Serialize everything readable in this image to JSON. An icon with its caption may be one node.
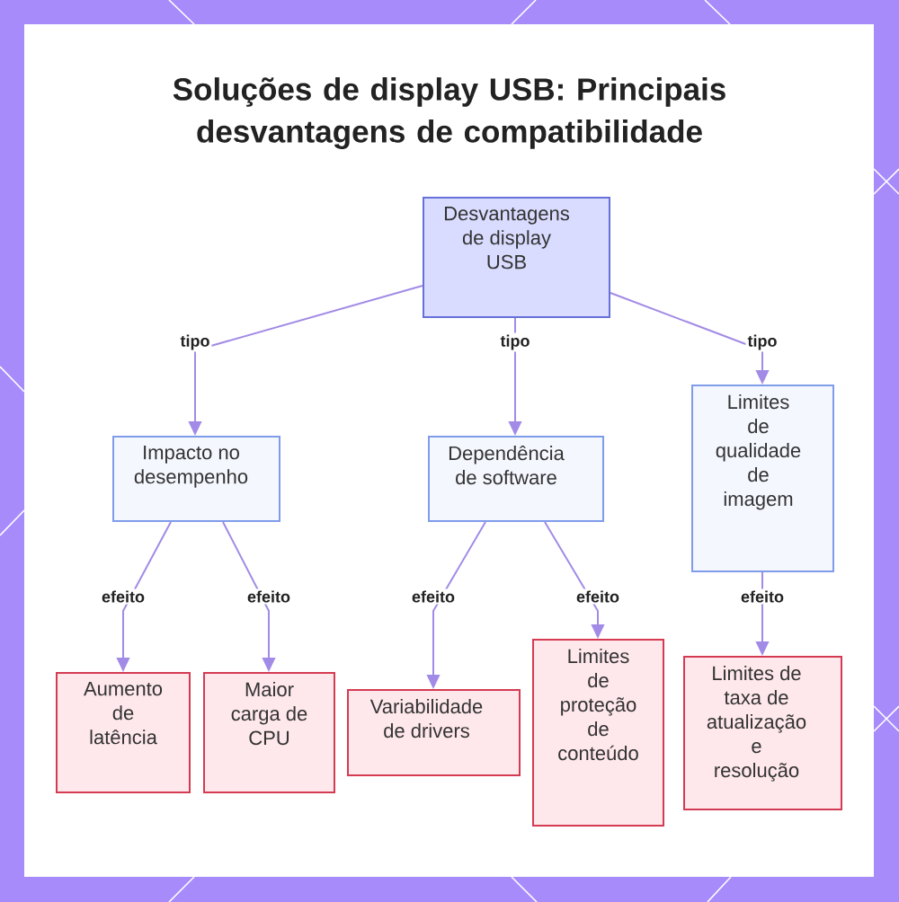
{
  "diagram": {
    "title": "Soluções de display USB: Principais desvantagens de compatibilidade",
    "nodes": [
      {
        "text": [
          "Desvantagens de display USB"
        ]
      },
      {
        "text": [
          "Impacto no desempenho"
        ]
      },
      {
        "text": [
          "Dependência de software"
        ]
      },
      {
        "text": [
          "Limites de qualidade de imagem"
        ]
      },
      {
        "text": [
          "Aumento de latência"
        ]
      },
      {
        "text": [
          "Maior carga de CPU"
        ]
      },
      {
        "text": [
          "Variabilidade de drivers"
        ]
      },
      {
        "text": [
          "Limites de proteção de conteúdo"
        ]
      },
      {
        "text": [
          "Limites de taxa de atualização e resolução"
        ]
      }
    ],
    "edges": [
      {
        "from": 0,
        "to": 1,
        "arrow": "to",
        "label": "tipo"
      },
      {
        "from": 0,
        "to": 2,
        "arrow": "to",
        "label": "tipo"
      },
      {
        "from": 0,
        "to": 3,
        "arrow": "to",
        "label": "tipo"
      },
      {
        "from": 1,
        "to": 4,
        "arrow": "to",
        "label": "efeito"
      },
      {
        "from": 1,
        "to": 5,
        "arrow": "to",
        "label": "efeito"
      },
      {
        "from": 2,
        "to": 6,
        "arrow": "to",
        "label": "efeito"
      },
      {
        "from": 2,
        "to": 7,
        "arrow": "to",
        "label": "efeito"
      },
      {
        "from": 3,
        "to": 8,
        "arrow": "to",
        "label": "efeito"
      }
    ]
  }
}
